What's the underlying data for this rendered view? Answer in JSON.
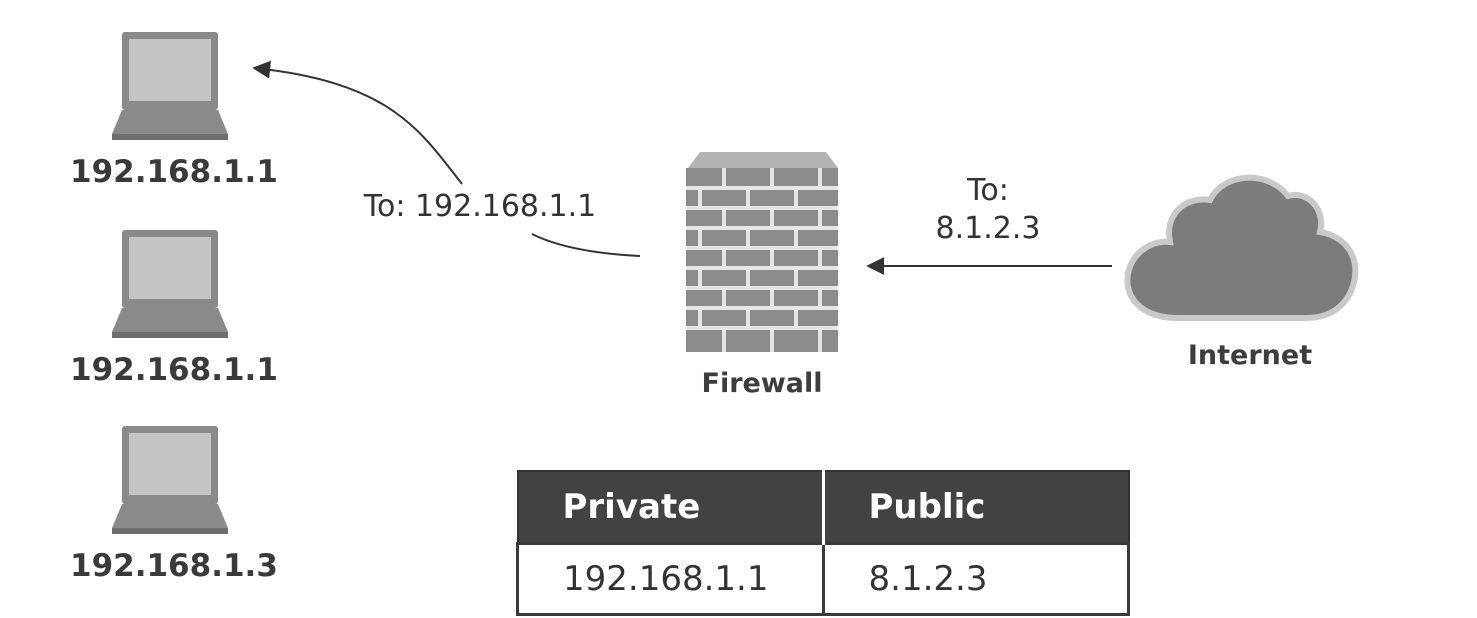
{
  "hosts": [
    {
      "ip": "192.168.1.1"
    },
    {
      "ip": "192.168.1.1"
    },
    {
      "ip": "192.168.1.3"
    }
  ],
  "firewall": {
    "label": "Firewall",
    "icon": "firewall-brick-wall-icon"
  },
  "internet": {
    "label": "Internet",
    "icon": "cloud-icon"
  },
  "arrows": {
    "to_host_label": "To: 192.168.1.1",
    "to_public_line1": "To:",
    "to_public_line2": "8.1.2.3"
  },
  "nat_table": {
    "headers": [
      "Private",
      "Public"
    ],
    "rows": [
      [
        "192.168.1.1",
        "8.1.2.3"
      ]
    ]
  },
  "colors": {
    "icon_gray": "#8a8a8a",
    "icon_light": "#c2c2c2",
    "table_header": "#424242",
    "text": "#3a3a3a"
  }
}
